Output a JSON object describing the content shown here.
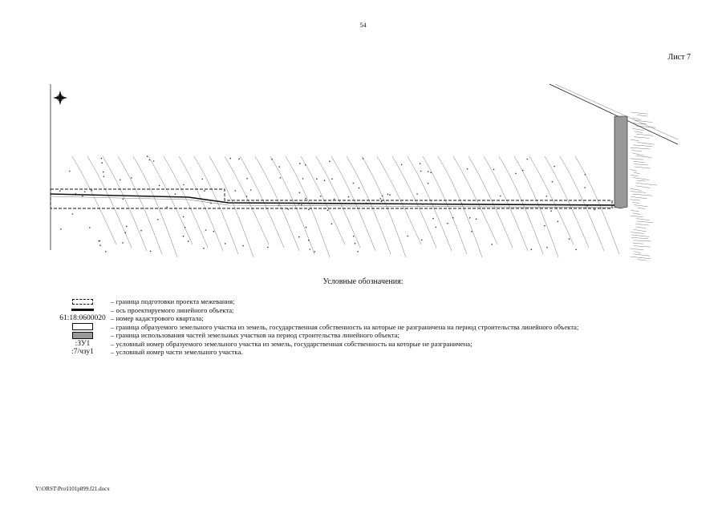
{
  "page": {
    "number": "54",
    "sheet": "Лист 7",
    "footer_path": "Y:\\ORST\\Pro\\l101p899.f21.docx"
  },
  "legend": {
    "title": "Условные обозначения:",
    "items": [
      {
        "symbol": "dashed-boundary",
        "symbol_text": "",
        "text": "– граница подготовки проекта межевания;"
      },
      {
        "symbol": "axis-line",
        "symbol_text": "",
        "text": "– ось проектируемого линейного объекта;"
      },
      {
        "symbol": "text",
        "symbol_text": "61:18:0600020",
        "text": "– номер кадастрового квартала;"
      },
      {
        "symbol": "white-rect",
        "symbol_text": "",
        "text": "– граница образуемого земельного участка из земель, государственная собственность на которые не разграничена на период строительства линейного объекта;"
      },
      {
        "symbol": "gray-rect",
        "symbol_text": "",
        "text": "– граница использования частей земельных участков на период строительства линейного объекта;"
      },
      {
        "symbol": "text",
        "symbol_text": ":ЗУ1",
        "text": "– условный номер образуемого земельного участка из земель, государственная собственность на которые не разграничена;"
      },
      {
        "symbol": "text",
        "symbol_text": ":7/чзу1",
        "text": "– условный номер части земельного участка."
      }
    ]
  },
  "colors": {
    "line": "#111111",
    "contour": "#555555",
    "shade": "#999999"
  },
  "icons": {
    "north": "compass-rose-icon"
  }
}
